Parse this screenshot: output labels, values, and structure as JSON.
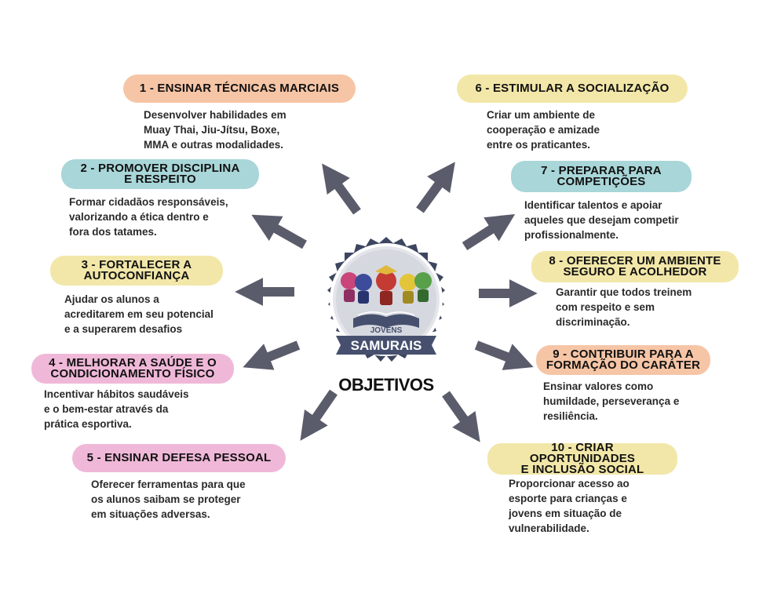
{
  "center": {
    "title": "OBJETIVOS",
    "badge_top": "JOVENS",
    "badge_main": "SAMURAIS"
  },
  "colors": {
    "orange": "#f6c5a6",
    "teal": "#a9d6d8",
    "yellow": "#f2e7a8",
    "pink": "#f0b8d8",
    "arrow": "#5b5c6b"
  },
  "objectives": [
    {
      "title": "1 - ENSINAR TÉCNICAS MARCIAIS",
      "desc": "Desenvolver habilidades em\nMuay Thai, Jiu-Jítsu, Boxe,\nMMA e outras modalidades."
    },
    {
      "title": "2 - PROMOVER DISCIPLINA\nE RESPEITO",
      "desc": "Formar cidadãos responsáveis,\nvalorizando a ética dentro e\nfora dos tatames."
    },
    {
      "title": "3 - FORTALECER A\nAUTOCONFIANÇA",
      "desc": "Ajudar os alunos a\nacreditarem em seu potencial\ne a superarem desafios"
    },
    {
      "title": "4 - MELHORAR A SAÚDE E O\nCONDICIONAMENTO FÍSICO",
      "desc": " Incentivar hábitos saudáveis\ne o bem-estar através da\nprática esportiva."
    },
    {
      "title": "5 - ENSINAR DEFESA PESSOAL",
      "desc": "Oferecer ferramentas para que\nos alunos saibam se proteger\nem situações adversas."
    },
    {
      "title": "6 - ESTIMULAR A SOCIALIZAÇÃO",
      "desc": "Criar um ambiente de\ncooperação e amizade\nentre os praticantes."
    },
    {
      "title": "7 - PREPARAR PARA\nCOMPETIÇÕES",
      "desc": "Identificar talentos e apoiar\naqueles que desejam competir\nprofissionalmente."
    },
    {
      "title": "8 - OFERECER UM AMBIENTE\nSEGURO E ACOLHEDOR",
      "desc": "Garantir que todos treinem\ncom respeito e sem\ndiscriminação."
    },
    {
      "title": "9 - CONTRIBUIR PARA A\nFORMAÇÃO DO CARÁTER",
      "desc": "Ensinar valores como\nhumildade, perseverança e\nresiliência."
    },
    {
      "title": "10 - CRIAR OPORTUNIDADES\nE INCLUSÃO SOCIAL",
      "desc": " Proporcionar acesso ao\nesporte para crianças e\njovens em situação de\nvulnerabilidade."
    }
  ]
}
